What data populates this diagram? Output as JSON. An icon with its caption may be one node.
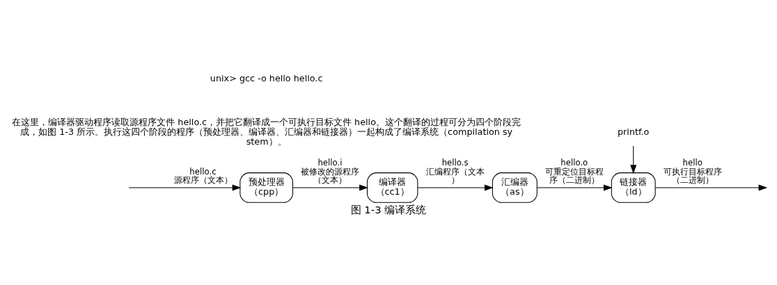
{
  "diagram": {
    "caption": "图 1-3 编译系统",
    "nodes": [
      {
        "text": [
          "预处理器",
          "（cpp）"
        ]
      },
      {
        "text": [
          "编译器",
          "（cc1）"
        ]
      },
      {
        "text": [
          "汇编器",
          "（as）"
        ]
      },
      {
        "text": [
          "链接器",
          "（ld）"
        ]
      },
      {
        "text": [
          "printf.o"
        ]
      }
    ],
    "edges": [
      {
        "from": null,
        "to": 0,
        "arrow": "to",
        "label": "hello.c"
      },
      {
        "from": 0,
        "to": 1,
        "arrow": "to",
        "label": "hello.i"
      },
      {
        "from": 1,
        "to": 2,
        "arrow": "to",
        "label": "hello.s"
      },
      {
        "from": 2,
        "to": 3,
        "arrow": "to",
        "label": "hello.o"
      },
      {
        "from": 4,
        "to": 3,
        "arrow": "to"
      },
      {
        "from": 3,
        "to": null,
        "arrow": "to",
        "label": "hello"
      }
    ],
    "labels": [
      "unix> gcc -o hello hello.c",
      "在这里，编译器驱动程序读取源程序文件 hello.c，并把它翻译成一个可执行目标文件 hello。这个翻译的过程可分为四个阶段完成，如图 1-3 所示。执行这四个阶段的程序（预处理器、编译器、汇编器和链接器）一起构成了编译系统（compilation system）。",
      "源程序（文本）",
      "被修改的源程序（文本）",
      "汇编程序（文本）",
      "可重定位目标程序（二进制）",
      "可执行目标程序（二进制）"
    ]
  }
}
